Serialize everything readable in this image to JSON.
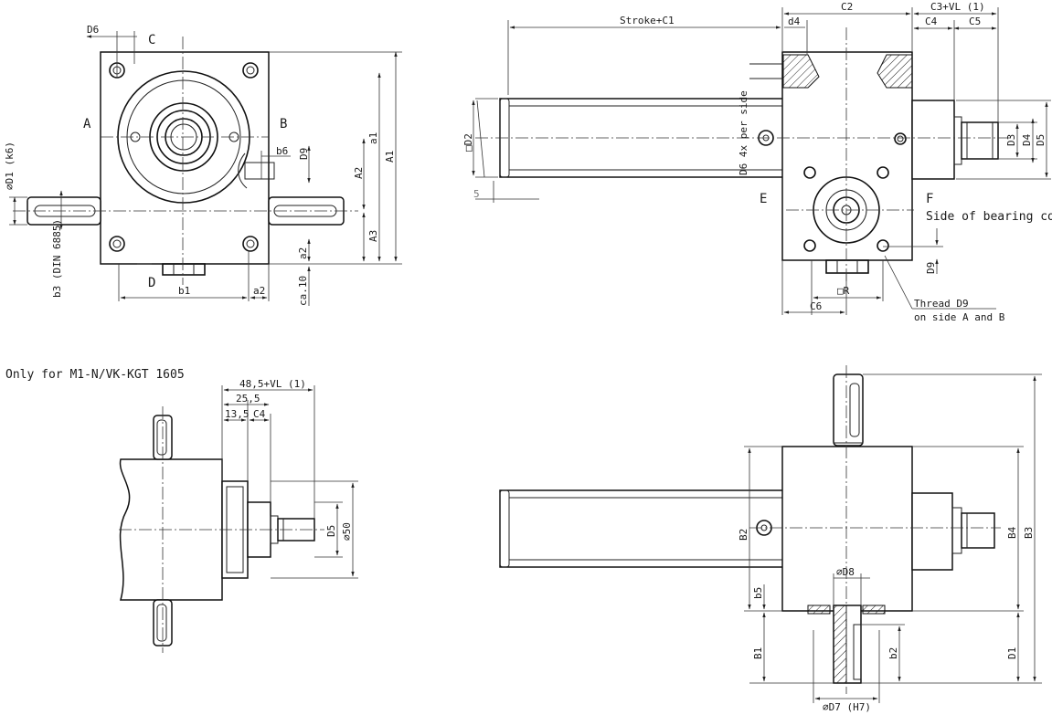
{
  "views": {
    "front": {
      "labels": {
        "D6": "D6",
        "C": "C",
        "A": "A",
        "B": "B",
        "D": "D",
        "D1": "⌀D1 (k6)",
        "b6": "b6",
        "D9": "D9",
        "a1": "a1",
        "A1": "A1",
        "A2": "A2",
        "A3": "A3",
        "a2_right": "a2",
        "ca10": "ca.10",
        "b3": "b3 (DIN 6885)",
        "b1": "b1",
        "a2_bottom": "a2"
      }
    },
    "side": {
      "labels": {
        "stroke": "Stroke+C1",
        "C2": "C2",
        "d4": "d4",
        "C3VL": "C3+VL (1)",
        "C4": "C4",
        "C5": "C5",
        "D2": "□D2",
        "five": "5",
        "D6_per_side": "D6 4x per side",
        "D3": "D3",
        "D4": "D4",
        "D5": "D5",
        "E": "E",
        "F": "F",
        "bearing": "Side of bearing cover",
        "D9": "D9",
        "R": "□R",
        "C6": "C6",
        "thread1": "Thread D9",
        "thread2": "on side A and B"
      }
    },
    "detail": {
      "title": "Only for M1-N/VK-KGT 1605",
      "labels": {
        "d485": "48,5+VL (1)",
        "d255": "25,5",
        "d135": "13,5",
        "C4": "C4",
        "D5": "D5",
        "D50": "⌀50"
      }
    },
    "bottom": {
      "labels": {
        "B2": "B2",
        "D8": "⌀D8",
        "b5": "b5",
        "B1": "B1",
        "b2": "b2",
        "D7": "⌀D7 (H7)",
        "D1": "D1",
        "B4": "B4",
        "B3": "B3"
      }
    }
  },
  "colors": {
    "line": "#111111",
    "background": "#ffffff",
    "text": "#1a1a1a"
  }
}
